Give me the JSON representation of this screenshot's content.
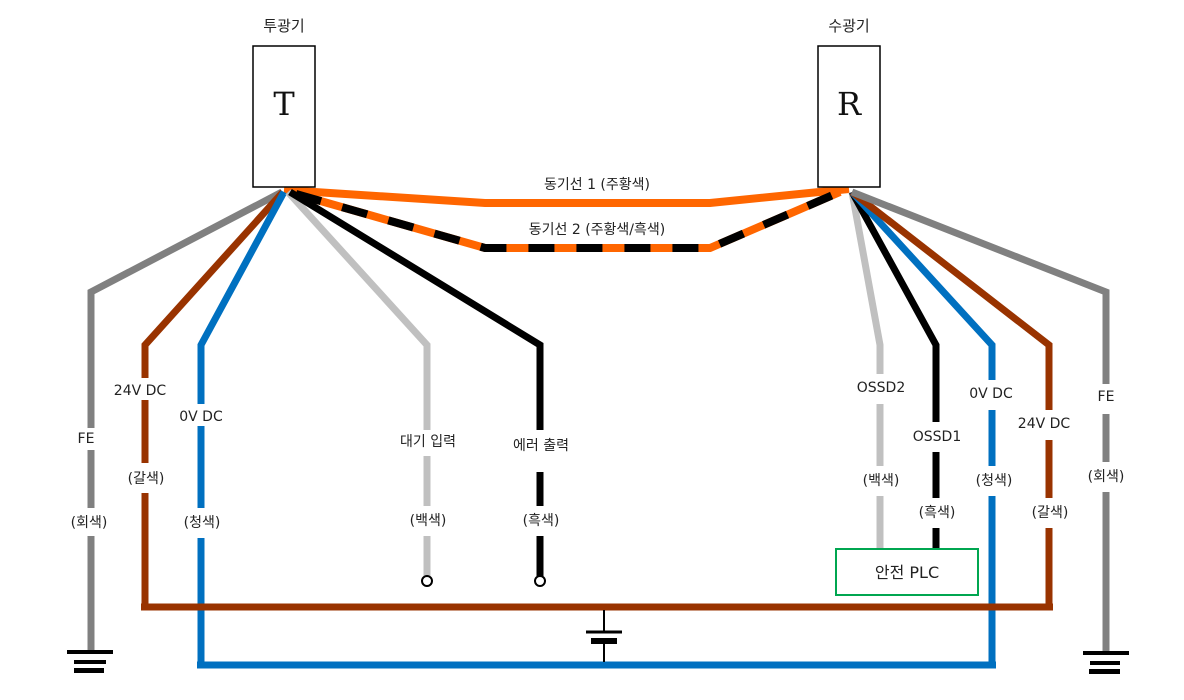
{
  "title": "Light curtain wiring diagram",
  "colors": {
    "orange": "#ff6600",
    "brown": "#993300",
    "blue": "#0070c0",
    "gray": "#808080",
    "white_wire": "#c0c0c0",
    "black": "#000000",
    "plc_border": "#00a650"
  },
  "transmitter": {
    "heading": "투광기",
    "letter": "T"
  },
  "receiver": {
    "heading": "수광기",
    "letter": "R"
  },
  "sync_lines": [
    {
      "label": "동기선 1 (주황색)",
      "style": "solid",
      "color": "orange"
    },
    {
      "label": "동기선 2 (주황색/흑색)",
      "style": "dashed",
      "color": "orange/black"
    }
  ],
  "transmitter_wires": [
    {
      "id": "fe",
      "name": "FE",
      "color_label": "(회색)",
      "color": "gray",
      "termination": "ground"
    },
    {
      "id": "24v",
      "name": "24V DC",
      "color_label": "(갈색)",
      "color": "brown",
      "termination": "power-bus"
    },
    {
      "id": "0v",
      "name": "0V DC",
      "color_label": "(청색)",
      "color": "blue",
      "termination": "power-bus"
    },
    {
      "id": "standby",
      "name": "대기 입력",
      "color_label": "(백색)",
      "color": "white",
      "termination": "terminal"
    },
    {
      "id": "error",
      "name": "에러 출력",
      "color_label": "(흑색)",
      "color": "black",
      "termination": "terminal"
    }
  ],
  "receiver_wires": [
    {
      "id": "ossd2",
      "name": "OSSD2",
      "color_label": "(백색)",
      "color": "white",
      "termination": "safety-plc"
    },
    {
      "id": "ossd1",
      "name": "OSSD1",
      "color_label": "(흑색)",
      "color": "black",
      "termination": "safety-plc"
    },
    {
      "id": "0v",
      "name": "0V DC",
      "color_label": "(청색)",
      "color": "blue",
      "termination": "power-bus"
    },
    {
      "id": "24v",
      "name": "24V DC",
      "color_label": "(갈색)",
      "color": "brown",
      "termination": "power-bus"
    },
    {
      "id": "fe",
      "name": "FE",
      "color_label": "(회색)",
      "color": "gray",
      "termination": "ground"
    }
  ],
  "safety_plc": {
    "label": "안전 PLC"
  },
  "power_supply": {
    "symbol": "dc-battery"
  }
}
